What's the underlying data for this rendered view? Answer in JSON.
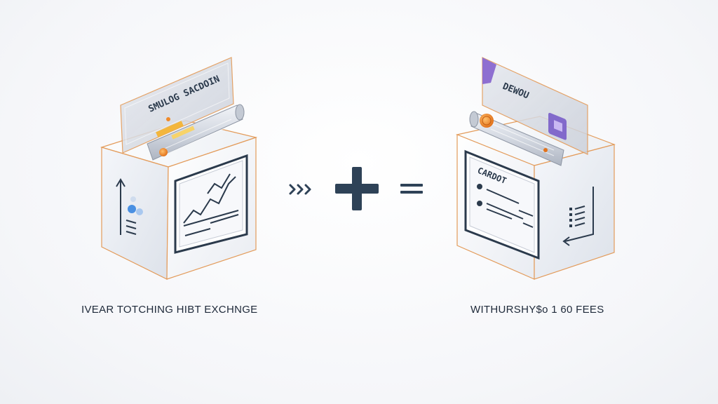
{
  "left_box": {
    "card_label": "SMULOG SACDOIN",
    "caption": "IVEAR TOTCHING HIBT EXCHNGE"
  },
  "right_box": {
    "card_label": "DEWOU",
    "screen_label": "CARDOT",
    "caption": "WITHURSHY$o 1 60 FEES"
  },
  "operators": {
    "arrows_icon": "double-chevron-right-icon",
    "plus_icon": "plus-icon",
    "equals_icon": "equals-icon"
  },
  "colors": {
    "outline_accent": "#e39b5a",
    "operator": "#2e4257",
    "card_purple": "#8e6fd1",
    "coin_orange": "#f08a2a"
  }
}
